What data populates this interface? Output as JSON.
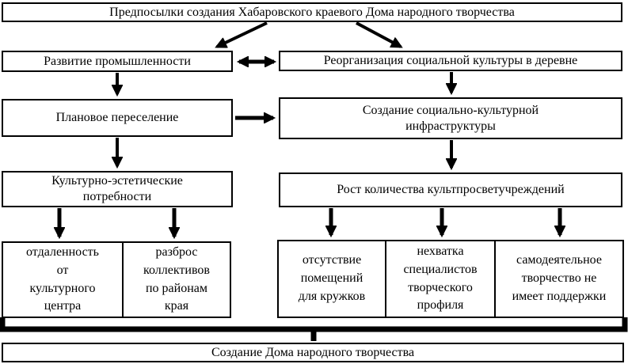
{
  "diagram": {
    "title": "Предпосылки создания Хабаровского краевого Дома народного творчества",
    "nodes": {
      "industry": {
        "label": "Развитие промышленности"
      },
      "reorg": {
        "label": "Реорганизация социальной культуры в деревне"
      },
      "resettlement": {
        "label": "Плановое переселение"
      },
      "infrastructure": {
        "label": "Создание социально-культурной\nинфраструктуры"
      },
      "needs": {
        "label": "Культурно-эстетические\nпотребности"
      },
      "growth": {
        "label": "Рост количества культпросветучреждений"
      },
      "remoteness": {
        "label": "отдаленность\nот\nкультурного\nцентра"
      },
      "scatter": {
        "label": "разброс\nколлективов\nпо районам\nкрая"
      },
      "no_rooms": {
        "label": "отсутствие\nпомещений\nдля кружков"
      },
      "no_specialists": {
        "label": "нехватка\nспециалистов\nтворческого\nпрофиля"
      },
      "no_support": {
        "label": "самодеятельное\nтворчество не\nимеет поддержки"
      },
      "result": {
        "label": "Создание Дома народного творчества"
      }
    },
    "edges": [
      {
        "from": "title",
        "to": "industry",
        "type": "arrow"
      },
      {
        "from": "title",
        "to": "reorg",
        "type": "arrow"
      },
      {
        "from": "industry",
        "to": "reorg",
        "type": "double-arrow"
      },
      {
        "from": "industry",
        "to": "resettlement",
        "type": "arrow"
      },
      {
        "from": "reorg",
        "to": "infrastructure",
        "type": "arrow"
      },
      {
        "from": "resettlement",
        "to": "infrastructure",
        "type": "arrow"
      },
      {
        "from": "resettlement",
        "to": "needs",
        "type": "arrow"
      },
      {
        "from": "infrastructure",
        "to": "growth",
        "type": "arrow"
      },
      {
        "from": "needs",
        "to": "remoteness",
        "type": "arrow"
      },
      {
        "from": "needs",
        "to": "scatter",
        "type": "arrow"
      },
      {
        "from": "growth",
        "to": "no_rooms",
        "type": "arrow"
      },
      {
        "from": "growth",
        "to": "no_specialists",
        "type": "arrow"
      },
      {
        "from": "growth",
        "to": "no_support",
        "type": "arrow"
      },
      {
        "from": "all-factors",
        "to": "result",
        "type": "bracket"
      }
    ],
    "colors": {
      "ink": "#000000",
      "background": "#ffffff"
    }
  }
}
